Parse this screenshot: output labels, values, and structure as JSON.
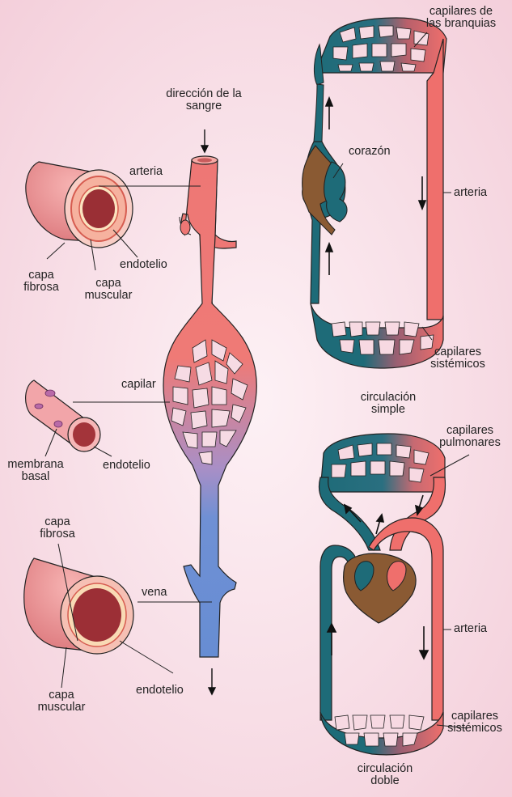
{
  "colors": {
    "background": "#f7dde6",
    "arterial": "#ef6f6c",
    "venous": "#6a8fd3",
    "gill_blue": "#1f6e7a",
    "heart_brown": "#8a5a33",
    "vessel_pink": "#e98b8e",
    "vessel_light": "#f4c2b8"
  },
  "icons": [
    "down-arrow-icon",
    "up-arrow-icon"
  ],
  "vessels": {
    "direction_line1": "dirección de la",
    "direction_line2": "sangre",
    "artery": "arteria",
    "capillary": "capilar",
    "vein": "vena",
    "artery_section": {
      "fibrosa_1": "capa",
      "fibrosa_2": "fibrosa",
      "muscular_1": "capa",
      "muscular_2": "muscular",
      "endothelium": "endotelio"
    },
    "capillary_section": {
      "membrane_1": "membrana",
      "membrane_2": "basal",
      "endothelium": "endotelio"
    },
    "vein_section": {
      "fibrosa_1": "capa",
      "fibrosa_2": "fibrosa",
      "muscular_1": "capa",
      "muscular_2": "muscular",
      "endothelium": "endotelio"
    }
  },
  "simple": {
    "gill_1": "capilares de",
    "gill_2": "las branquias",
    "heart": "corazón",
    "artery": "arteria",
    "systemic_1": "capilares",
    "systemic_2": "sistémicos",
    "title_1": "circulación",
    "title_2": "simple"
  },
  "double": {
    "pulmonary_1": "capilares",
    "pulmonary_2": "pulmonares",
    "artery": "arteria",
    "systemic_1": "capilares",
    "systemic_2": "sistémicos",
    "title_1": "circulación",
    "title_2": "doble"
  }
}
